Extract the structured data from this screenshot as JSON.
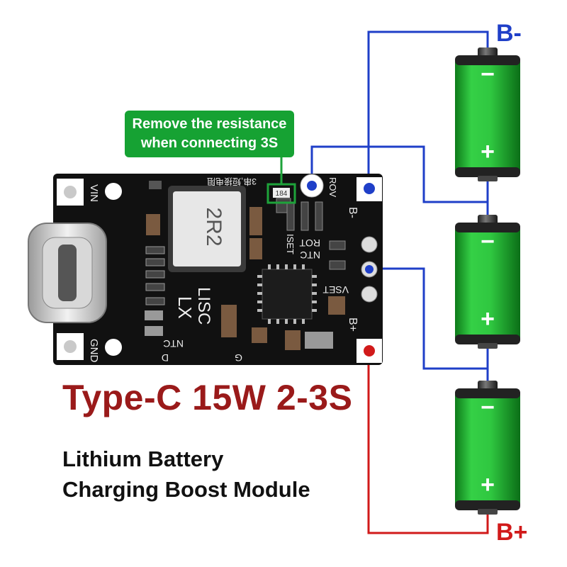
{
  "product": {
    "title": "Type-C 15W 2-3S",
    "subtitle_line1": "Lithium Battery",
    "subtitle_line2": "Charging Boost Module"
  },
  "callout": {
    "line1": "Remove the resistance",
    "line2": "when connecting 3S"
  },
  "terminals": {
    "negative": "B-",
    "positive": "B+"
  },
  "board_labels": {
    "vin": "VIN",
    "gnd": "GND",
    "inductor": "2R2",
    "lx": "LX",
    "lisc": "LISC",
    "ntc": "NTC",
    "rot": "ROT",
    "iset": "ISET",
    "rov": "ROV",
    "vset": "VSET",
    "bminus": "B-",
    "bplus": "B+",
    "resistor": "184",
    "cap_d": "D",
    "cap_g": "G",
    "chinese_note": "3串,短接电阻"
  },
  "batteries": [
    {
      "minus": "−",
      "plus": "+"
    },
    {
      "minus": "−",
      "plus": "+"
    },
    {
      "minus": "−",
      "plus": "+"
    }
  ],
  "colors": {
    "wire_negative": "#1f3fc8",
    "wire_positive": "#d11a1a",
    "battery_green": "#22c235",
    "callout_green": "#16a233",
    "title_red": "#9a1a1a",
    "pcb_black": "#111111"
  }
}
